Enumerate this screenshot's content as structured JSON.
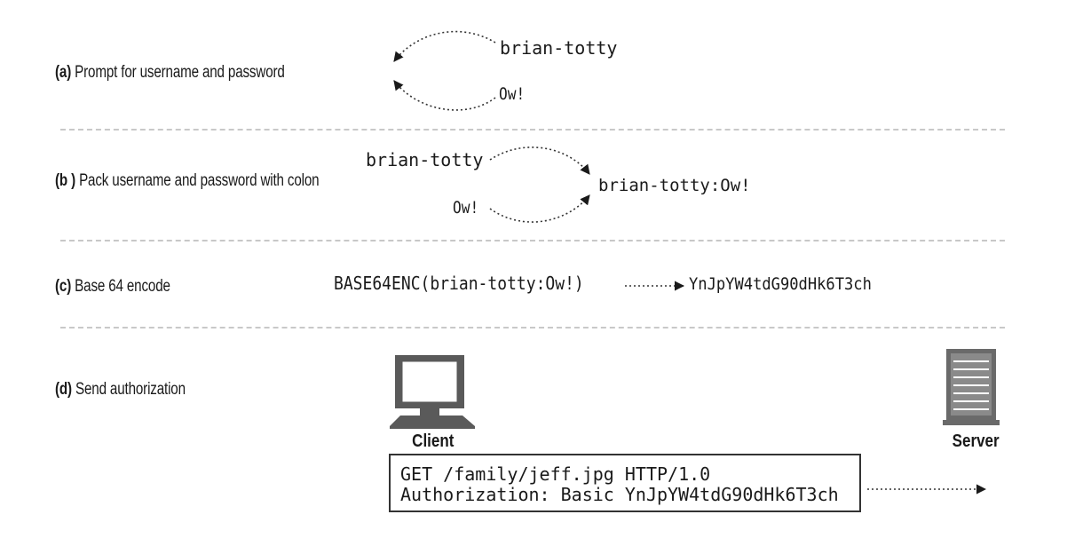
{
  "steps": {
    "a": {
      "tag": "(a)",
      "text": "Prompt for username and password",
      "username": "brian-totty",
      "password": "Ow!"
    },
    "b": {
      "tag": "(b )",
      "text": "Pack username and password with colon",
      "username": "brian-totty",
      "password": "Ow!",
      "packed": "brian-totty:Ow!"
    },
    "c": {
      "tag": "(c)",
      "text": "Base 64 encode",
      "input": "BASE64ENC(brian-totty:Ow!)",
      "output": "YnJpYW4tdG90dHk6T3ch"
    },
    "d": {
      "tag": "(d)",
      "text": "Send authorization",
      "client_label": "Client",
      "server_label": "Server",
      "request_line1": "GET /family/jeff.jpg HTTP/1.0",
      "request_line2": "Authorization: Basic YnJpYW4tdG90dHk6T3ch"
    }
  },
  "icons": {
    "client": "computer-monitor-icon",
    "server": "server-rack-icon"
  }
}
